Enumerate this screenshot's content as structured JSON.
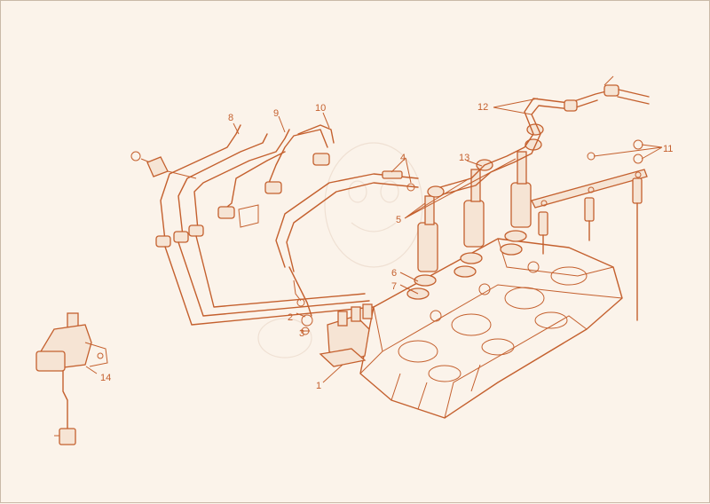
{
  "diagram": {
    "line_color": "#c4602e",
    "background": "#fbf3ea",
    "callouts": [
      "1",
      "2",
      "3",
      "4",
      "5",
      "6",
      "7",
      "8",
      "9",
      "10",
      "11",
      "12",
      "13",
      "14"
    ]
  }
}
